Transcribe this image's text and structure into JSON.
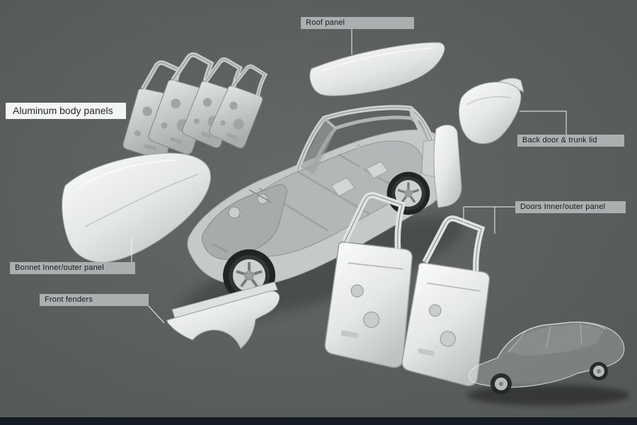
{
  "diagram": {
    "title": "Aluminum body panels",
    "callouts": {
      "roof": "Roof panel",
      "back_door": "Back door & trunk lid",
      "doors": "Doors Inner/outer panel",
      "bonnet": "Bonnet Inner/outer panel",
      "fenders": "Front fenders"
    },
    "parts": [
      "door-inner-panels",
      "roof-panel",
      "back-door-and-trunk-lid",
      "body-in-white-frame",
      "bonnet-inner-outer-panel",
      "front-fenders",
      "door-outer-panels",
      "assembled-car"
    ],
    "colors": {
      "background": "#5a5f5d",
      "footer_bar": "#141b25",
      "label_background": "#a9b0af",
      "label_text": "#15191d",
      "title_background": "#f3f5f4",
      "title_text": "#262b2e",
      "leader_line": "#eef1f0",
      "panel_light": "#f4f6f5",
      "panel_shade": "#b0b6b5"
    }
  }
}
